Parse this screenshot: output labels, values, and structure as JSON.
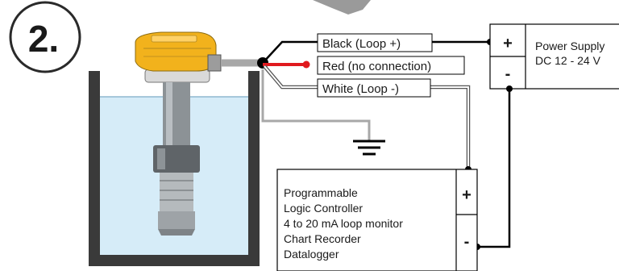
{
  "step_label": "2.",
  "wires": {
    "black": "Black (Loop +)",
    "red": "Red (no connection)",
    "white": "White (Loop -)"
  },
  "power_supply": {
    "title": "Power Supply",
    "voltage": "DC 12 - 24 V",
    "plus": "+",
    "minus": "-"
  },
  "controller": {
    "lines": [
      "Programmable",
      "Logic Controller",
      "4 to 20 mA loop monitor",
      "Chart Recorder",
      "Datalogger"
    ],
    "plus": "+",
    "minus": "-"
  },
  "colors": {
    "tank_wall": "#3a3a3a",
    "water": "#d6ecf8",
    "sensor_cap": "#f2b21c",
    "red_wire": "#e0191e",
    "gray_wire": "#a8a8a8",
    "black_wire": "#000000"
  }
}
